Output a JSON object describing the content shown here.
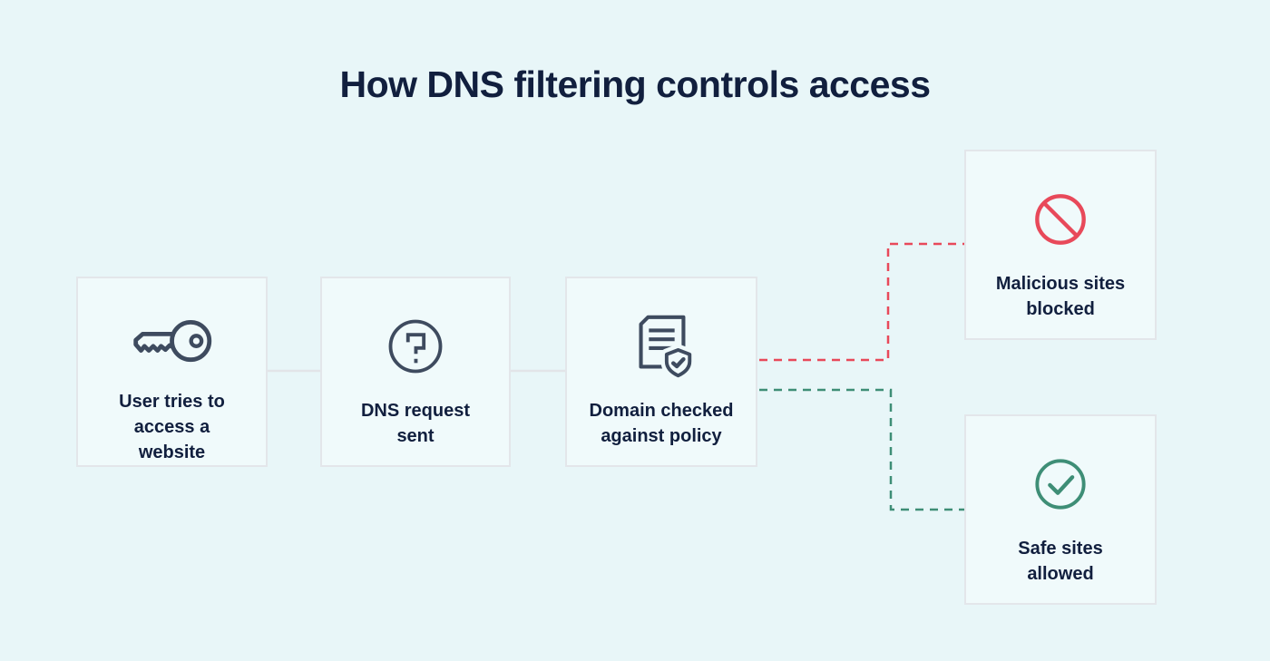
{
  "title": "How DNS filtering controls access",
  "nodes": [
    {
      "label": "User tries to access a website",
      "icon": "key-icon"
    },
    {
      "label": "DNS request sent",
      "icon": "question-icon"
    },
    {
      "label": "Domain checked against policy",
      "icon": "document-shield-icon"
    },
    {
      "label": "Malicious sites blocked",
      "icon": "blocked-icon"
    },
    {
      "label": "Safe sites allowed",
      "icon": "check-icon"
    }
  ],
  "connectors": [
    {
      "from": "user-tries",
      "to": "dns-request",
      "style": "solid-gray"
    },
    {
      "from": "dns-request",
      "to": "domain-checked",
      "style": "solid-gray"
    },
    {
      "from": "domain-checked",
      "to": "malicious-blocked",
      "style": "dashed-red"
    },
    {
      "from": "domain-checked",
      "to": "safe-allowed",
      "style": "dashed-green"
    }
  ],
  "colors": {
    "background": "#e8f6f8",
    "node_fill": "#f0fafb",
    "node_border": "#e3e6ea",
    "connector_gray": "#e2e4e8",
    "danger": "#e8495a",
    "success": "#3e8e76",
    "text_navy": "#111f3e",
    "icon_stroke": "#3e4b5f"
  }
}
